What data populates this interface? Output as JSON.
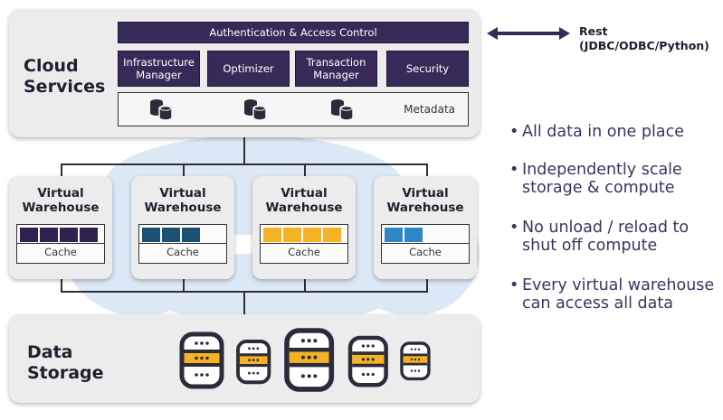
{
  "cloud_services": {
    "title": "Cloud\nServices",
    "auth_label": "Authentication & Access Control",
    "modules": [
      "Infrastructure\nManager",
      "Optimizer",
      "Transaction\nManager",
      "Security"
    ],
    "metadata_label": "Metadata"
  },
  "rest": {
    "label": "Rest\n(JDBC/ODBC/Python)"
  },
  "warehouses": [
    {
      "title": "Virtual\nWarehouse",
      "cache_label": "Cache",
      "cell_color": "#2f2150",
      "cells": 4
    },
    {
      "title": "Virtual\nWarehouse",
      "cache_label": "Cache",
      "cell_color": "#1c4f73",
      "cells": 3
    },
    {
      "title": "Virtual\nWarehouse",
      "cache_label": "Cache",
      "cell_color": "#f5b323",
      "cells": 4
    },
    {
      "title": "Virtual\nWarehouse",
      "cache_label": "Cache",
      "cell_color": "#2f86c6",
      "cells": 2
    }
  ],
  "data_storage": {
    "title": "Data\nStorage"
  },
  "bullets": [
    "All data in one place",
    "Independently scale\nstorage & compute",
    "No unload / reload to\nshut off compute",
    "Every virtual warehouse\ncan access all data"
  ],
  "colors": {
    "purple": "#372a59",
    "gold": "#f5b323",
    "cloud": "#dce8f5",
    "panel": "#ececec"
  }
}
